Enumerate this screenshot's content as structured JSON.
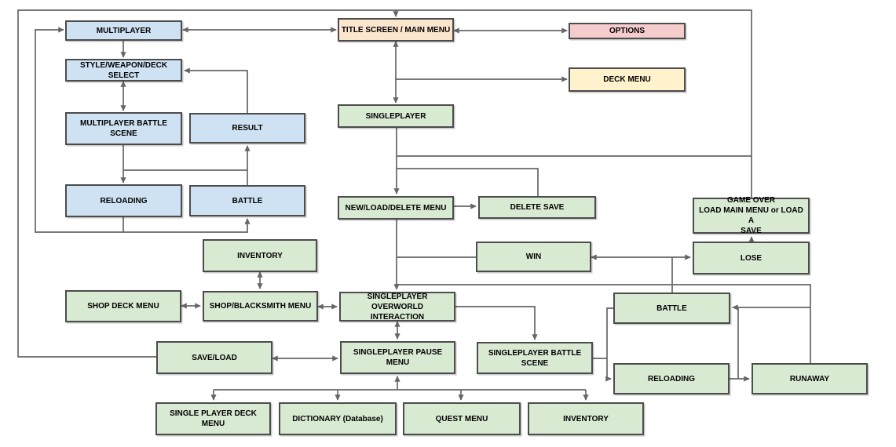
{
  "diagram": {
    "type": "flowchart",
    "palette": {
      "multiplayer_blue": "#cfe2f3",
      "singleplayer_green": "#d9ead3",
      "title_peach": "#fce5cd",
      "options_pink": "#f4cccc",
      "deck_menu_yellow": "#fff2cc",
      "node_border": "#4c4c4c",
      "connector_gray": "#666666",
      "text": "#000000",
      "background": "#ffffff"
    },
    "nodes": [
      {
        "id": "multiplayer",
        "label": "MULTIPLAYER",
        "color": "blue"
      },
      {
        "id": "title-screen",
        "label": "TITLE SCREEN / MAIN MENU",
        "color": "peach"
      },
      {
        "id": "options",
        "label": "OPTIONS",
        "color": "pink"
      },
      {
        "id": "deck-menu",
        "label": "DECK MENU",
        "color": "yellow"
      },
      {
        "id": "style-weapon-deck-select",
        "label": "STYLE/WEAPON/DECK SELECT",
        "color": "blue"
      },
      {
        "id": "singleplayer",
        "label": "SINGLEPLAYER",
        "color": "green"
      },
      {
        "id": "multiplayer-battle-scene",
        "label": "MULTIPLAYER BATTLE SCENE",
        "color": "blue"
      },
      {
        "id": "result",
        "label": "RESULT",
        "color": "blue"
      },
      {
        "id": "reloading-multiplayer",
        "label": "RELOADING",
        "color": "blue"
      },
      {
        "id": "battle-multiplayer",
        "label": "BATTLE",
        "color": "blue"
      },
      {
        "id": "new-load-delete-menu",
        "label": "NEW/LOAD/DELETE MENU",
        "color": "green"
      },
      {
        "id": "delete-save",
        "label": "DELETE SAVE",
        "color": "green"
      },
      {
        "id": "game-over",
        "label": "GAME OVER\nLOAD MAIN MENU or LOAD A\nSAVE",
        "color": "green"
      },
      {
        "id": "win",
        "label": "WIN",
        "color": "green"
      },
      {
        "id": "lose",
        "label": "LOSE",
        "color": "green"
      },
      {
        "id": "inventory-shop",
        "label": "INVENTORY",
        "color": "green"
      },
      {
        "id": "shop-deck-menu",
        "label": "SHOP DECK MENU",
        "color": "green"
      },
      {
        "id": "shop-blacksmith-menu",
        "label": "SHOP/BLACKSMITH MENU",
        "color": "green"
      },
      {
        "id": "singleplayer-overworld-interaction",
        "label": "SINGLEPLAYER OVERWORLD\nINTERACTION",
        "color": "green"
      },
      {
        "id": "battle-singleplayer",
        "label": "BATTLE",
        "color": "green"
      },
      {
        "id": "save-load",
        "label": "SAVE/LOAD",
        "color": "green"
      },
      {
        "id": "singleplayer-pause-menu",
        "label": "SINGLEPLAYER PAUSE MENU",
        "color": "green"
      },
      {
        "id": "singleplayer-battle-scene",
        "label": "SINGLEPLAYER BATTLE SCENE",
        "color": "green"
      },
      {
        "id": "reloading-singleplayer",
        "label": "RELOADING",
        "color": "green"
      },
      {
        "id": "runaway",
        "label": "RUNAWAY",
        "color": "green"
      },
      {
        "id": "single-player-deck-menu",
        "label": "SINGLE PLAYER DECK MENU",
        "color": "green"
      },
      {
        "id": "dictionary",
        "label": "DICTIONARY (Database)",
        "color": "green"
      },
      {
        "id": "quest-menu",
        "label": "QUEST MENU",
        "color": "green"
      },
      {
        "id": "inventory-pause",
        "label": "INVENTORY",
        "color": "green"
      }
    ],
    "edges": [
      {
        "from": "game-over",
        "to": "save-load",
        "style": "plain"
      },
      {
        "from": "game-over",
        "to": "title-screen",
        "style": "arrow"
      },
      {
        "from": "multiplayer",
        "to": "title-screen",
        "style": "double-arrow"
      },
      {
        "from": "title-screen",
        "to": "options",
        "style": "double-arrow"
      },
      {
        "from": "title-screen",
        "to": "singleplayer",
        "style": "double-arrow"
      },
      {
        "from": "title-screen",
        "to": "deck-menu",
        "style": "arrow"
      },
      {
        "from": "multiplayer",
        "to": "style-weapon-deck-select",
        "style": "arrow"
      },
      {
        "from": "style-weapon-deck-select",
        "to": "multiplayer-battle-scene",
        "style": "double-arrow"
      },
      {
        "from": "result",
        "to": "style-weapon-deck-select",
        "style": "arrow"
      },
      {
        "from": "multiplayer-battle-scene",
        "to": "reloading-multiplayer",
        "style": "arrow"
      },
      {
        "from": "multiplayer-battle-scene",
        "to": "result",
        "style": "arrow"
      },
      {
        "from": "battle-multiplayer",
        "to": "result",
        "style": "arrow"
      },
      {
        "from": "reloading-multiplayer",
        "to": "multiplayer",
        "style": "arrow"
      },
      {
        "from": "reloading-multiplayer",
        "to": "battle-multiplayer",
        "style": "arrow"
      },
      {
        "from": "singleplayer",
        "to": "new-load-delete-menu",
        "style": "arrow"
      },
      {
        "from": "singleplayer",
        "to": "game-over",
        "style": "plain"
      },
      {
        "from": "new-load-delete-menu",
        "to": "delete-save",
        "style": "arrow"
      },
      {
        "from": "delete-save",
        "to": "new-load-delete-menu",
        "style": "plain"
      },
      {
        "from": "new-load-delete-menu",
        "to": "singleplayer-overworld-interaction",
        "style": "arrow"
      },
      {
        "from": "win",
        "to": "singleplayer-overworld-interaction",
        "style": "plain"
      },
      {
        "from": "win",
        "to": "lose",
        "style": "double-arrow"
      },
      {
        "from": "lose",
        "to": "game-over",
        "style": "arrow"
      },
      {
        "from": "battle-singleplayer",
        "to": "win",
        "style": "plain"
      },
      {
        "from": "singleplayer-overworld-interaction",
        "to": "battle-singleplayer",
        "style": "arrow"
      },
      {
        "from": "runaway",
        "to": "singleplayer-overworld-interaction",
        "style": "plain"
      },
      {
        "from": "shop-blacksmith-menu",
        "to": "singleplayer-overworld-interaction",
        "style": "double-arrow"
      },
      {
        "from": "shop-deck-menu",
        "to": "shop-blacksmith-menu",
        "style": "double-arrow"
      },
      {
        "from": "inventory-shop",
        "to": "shop-blacksmith-menu",
        "style": "double-arrow"
      },
      {
        "from": "singleplayer-overworld-interaction",
        "to": "singleplayer-battle-scene",
        "style": "arrow"
      },
      {
        "from": "singleplayer-overworld-interaction",
        "to": "singleplayer-pause-menu",
        "style": "double-arrow"
      },
      {
        "from": "save-load",
        "to": "singleplayer-pause-menu",
        "style": "double-arrow"
      },
      {
        "from": "singleplayer-pause-menu",
        "to": "single-player-deck-menu",
        "style": "double-arrow"
      },
      {
        "from": "singleplayer-pause-menu",
        "to": "dictionary",
        "style": "double-arrow"
      },
      {
        "from": "singleplayer-pause-menu",
        "to": "quest-menu",
        "style": "double-arrow"
      },
      {
        "from": "singleplayer-pause-menu",
        "to": "inventory-pause",
        "style": "double-arrow"
      },
      {
        "from": "battle-singleplayer",
        "to": "reloading-singleplayer",
        "style": "arrow"
      },
      {
        "from": "singleplayer-battle-scene",
        "to": "reloading-singleplayer",
        "style": "plain"
      },
      {
        "from": "reloading-singleplayer",
        "to": "runaway",
        "style": "arrow"
      },
      {
        "from": "reloading-singleplayer",
        "to": "battle-singleplayer",
        "style": "arrow"
      }
    ]
  }
}
